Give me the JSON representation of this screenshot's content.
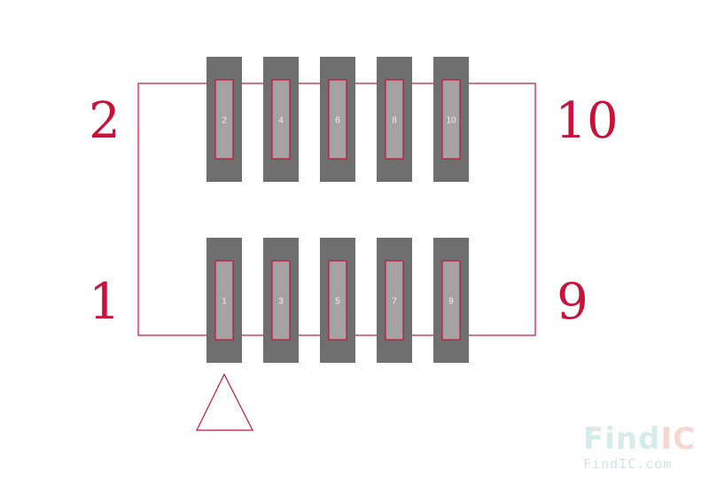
{
  "colors": {
    "outline": "#c8123a",
    "pad": "#6f6f6f",
    "pad_inner": "#a3a3a3",
    "pin_text": "#f0f0f0",
    "watermark_find": "#d6ece9",
    "watermark_ic": "#f7d8cf",
    "watermark_small": "#d4e4e4"
  },
  "corner_labels": {
    "top_left": "2",
    "top_right": "10",
    "bottom_left": "1",
    "bottom_right": "9"
  },
  "top_pins": [
    "2",
    "4",
    "6",
    "8",
    "10"
  ],
  "bottom_pins": [
    "1",
    "3",
    "5",
    "7",
    "9"
  ],
  "watermark": {
    "brand_part1": "Find",
    "brand_part2": "IC",
    "domain": "FindIC.com"
  }
}
